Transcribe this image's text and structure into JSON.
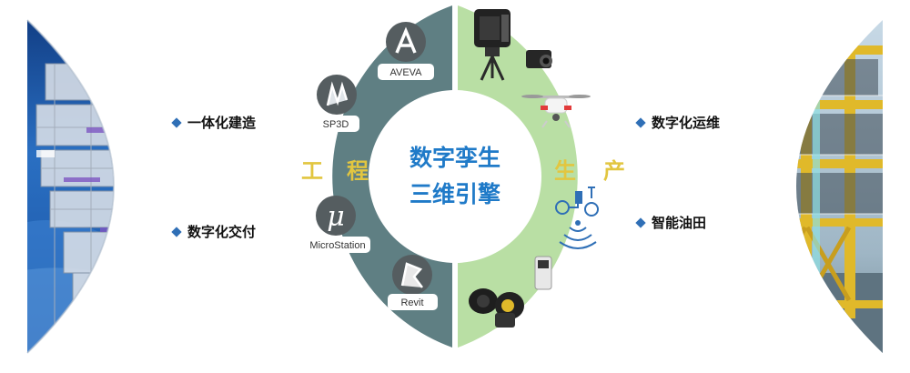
{
  "colors": {
    "engineering": "#5f7f83",
    "production": "#b9dfa4",
    "core_text": "#1f7ac8",
    "label_yellow": "#e2c640",
    "bullet_diamond": "#2f6fb6"
  },
  "core": {
    "line1": "数字孪生",
    "line2": "三维引擎"
  },
  "left_half": {
    "title_a": "工",
    "title_b": "程",
    "tools": [
      {
        "label": "AVEVA",
        "icon": "aveva-logo-icon"
      },
      {
        "label": "SP3D",
        "icon": "sp3d-logo-icon"
      },
      {
        "label": "MicroStation",
        "icon": "microstation-logo-icon"
      },
      {
        "label": "Revit",
        "icon": "revit-logo-icon"
      }
    ]
  },
  "right_half": {
    "title_a": "生",
    "title_b": "产",
    "devices": [
      "laser-scanner-icon",
      "camera-icon",
      "drone-icon",
      "sensor-icon",
      "handheld-device-icon",
      "binocular-camera-icon"
    ]
  },
  "left_labels": [
    "一体化建造",
    "数字化交付"
  ],
  "right_labels": [
    "数字化运维",
    "智能油田"
  ]
}
